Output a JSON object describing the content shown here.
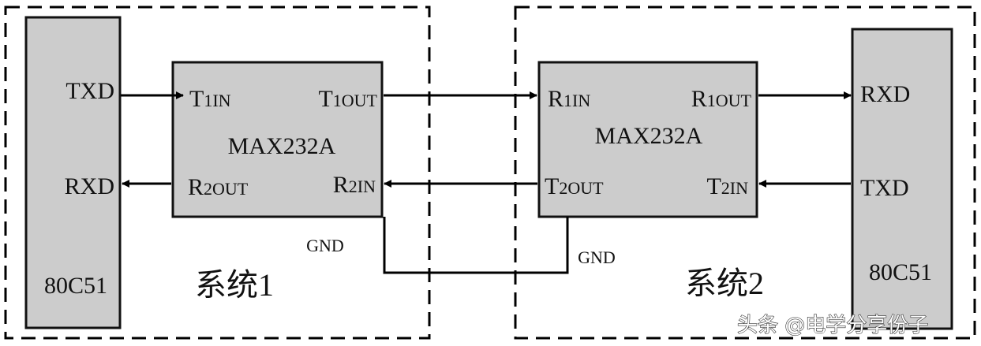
{
  "diagram": {
    "title": "80C51 to 80C51 serial communication via MAX232A",
    "colors": {
      "block_fill": "#cccccc",
      "line": "#000000",
      "background": "#ffffff"
    },
    "system1": {
      "label": "系统1",
      "mcu": {
        "name": "80C51",
        "pins": {
          "txd": "TXD",
          "rxd": "RXD"
        }
      },
      "chip": {
        "name": "MAX232A",
        "pins": {
          "t1in": {
            "main": "T",
            "sub": "1IN"
          },
          "t1out": {
            "main": "T",
            "sub": "1OUT"
          },
          "r2out": {
            "main": "R",
            "sub": "2OUT"
          },
          "r2in": {
            "main": "R",
            "sub": "2IN"
          }
        },
        "gnd": "GND"
      }
    },
    "system2": {
      "label": "系统2",
      "mcu": {
        "name": "80C51",
        "pins": {
          "rxd": "RXD",
          "txd": "TXD"
        }
      },
      "chip": {
        "name": "MAX232A",
        "pins": {
          "r1in": {
            "main": "R",
            "sub": "1IN"
          },
          "r1out": {
            "main": "R",
            "sub": "1OUT"
          },
          "t2out": {
            "main": "T",
            "sub": "2OUT"
          },
          "t2in": {
            "main": "T",
            "sub": "2IN"
          }
        },
        "gnd": "GND"
      }
    },
    "connections": [
      {
        "from": "system1.mcu.TXD",
        "to": "system1.chip.T1IN"
      },
      {
        "from": "system1.chip.R2OUT",
        "to": "system1.mcu.RXD"
      },
      {
        "from": "system1.chip.T1OUT",
        "to": "system2.chip.R1IN"
      },
      {
        "from": "system2.chip.T2OUT",
        "to": "system1.chip.R2IN"
      },
      {
        "from": "system2.chip.R1OUT",
        "to": "system2.mcu.RXD"
      },
      {
        "from": "system2.mcu.TXD",
        "to": "system2.chip.T2IN"
      },
      {
        "from": "system1.chip.GND",
        "to": "system2.chip.GND"
      }
    ],
    "watermark": "头条 @电学分享份子"
  }
}
